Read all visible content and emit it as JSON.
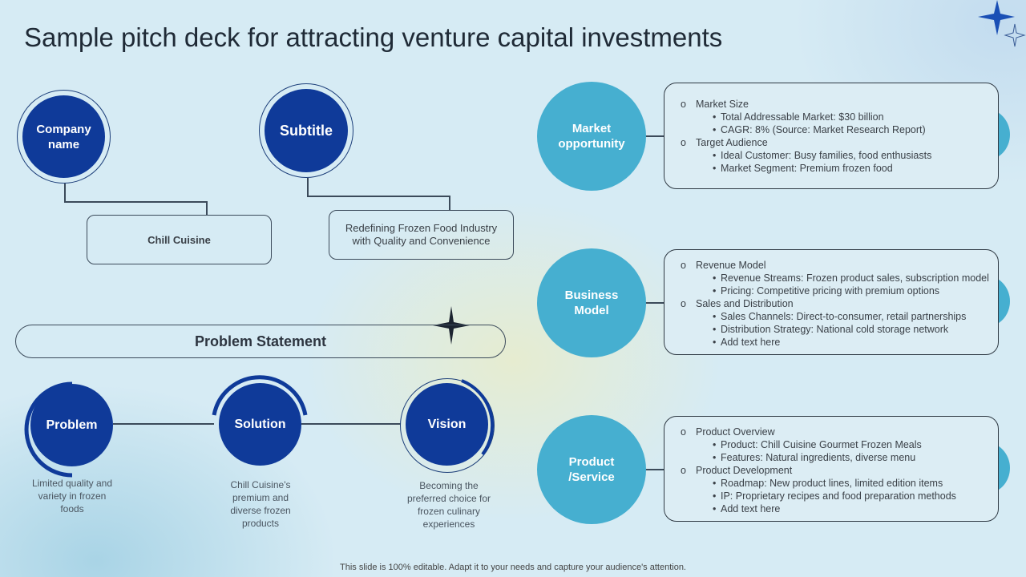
{
  "title": "Sample pitch deck for attracting venture capital investments",
  "company": {
    "circle_label": "Company name",
    "value": "Chill Cuisine"
  },
  "subtitle": {
    "circle_label": "Subtitle",
    "value": "Redefining Frozen Food Industry with Quality and Convenience"
  },
  "problem_statement": {
    "label": "Problem Statement"
  },
  "steps": [
    {
      "label": "Problem",
      "caption": "Limited quality and variety in frozen foods"
    },
    {
      "label": "Solution",
      "caption": "Chill Cuisine's premium and diverse frozen products"
    },
    {
      "label": "Vision",
      "caption": "Becoming the preferred choice for frozen culinary experiences"
    }
  ],
  "sections": [
    {
      "label": "Market opportunity",
      "items": [
        {
          "heading": "Market Size",
          "bullets": [
            "Total Addressable Market: $30 billion",
            "CAGR: 8% (Source: Market Research Report)"
          ]
        },
        {
          "heading": "Target Audience",
          "bullets": [
            "Ideal Customer: Busy families, food enthusiasts",
            "Market Segment: Premium frozen food"
          ]
        }
      ]
    },
    {
      "label": "Business Model",
      "items": [
        {
          "heading": "Revenue  Model",
          "bullets": [
            "Revenue  Streams: Frozen product sales, subscription model",
            "Pricing: Competitive  pricing with premium options"
          ]
        },
        {
          "heading": "Sales and Distribution",
          "bullets": [
            "Sales Channels: Direct-to-consumer,  retail partnerships",
            "Distribution Strategy: National cold storage network",
            "Add text here"
          ]
        }
      ]
    },
    {
      "label": "Product /Service",
      "items": [
        {
          "heading": "Product Overview",
          "bullets": [
            "Product: Chill Cuisine Gourmet Frozen Meals",
            "Features: Natural ingredients, diverse  menu"
          ]
        },
        {
          "heading": "Product Development",
          "bullets": [
            "Roadmap:  New product lines, limited edition items",
            "IP: Proprietary recipes and food preparation  methods",
            "Add text here"
          ]
        }
      ]
    }
  ],
  "footer": "This slide is 100% editable. Adapt it to your needs and capture your audience's attention.",
  "colors": {
    "dark_blue": "#0f3a99",
    "teal": "#46afd0",
    "background": "#d6ebf4"
  }
}
